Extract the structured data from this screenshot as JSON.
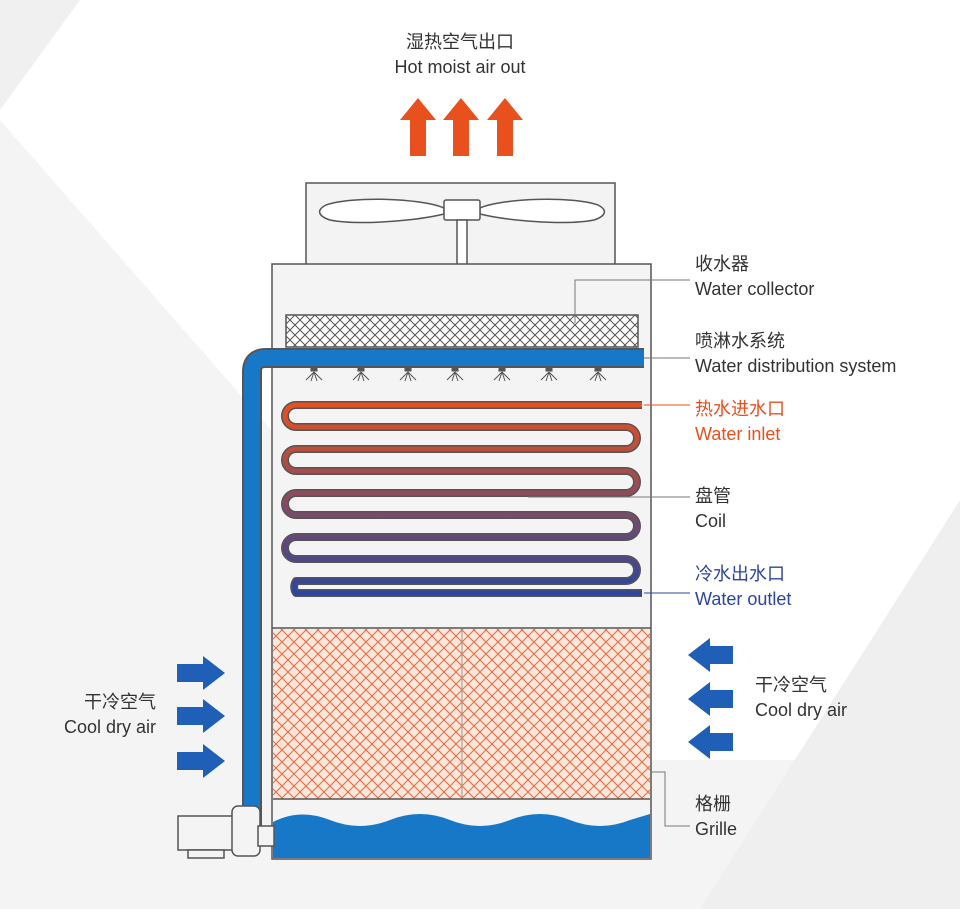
{
  "labels": {
    "hot_air_out": {
      "zh": "湿热空气出口",
      "en": "Hot moist air out"
    },
    "water_collector": {
      "zh": "收水器",
      "en": "Water collector"
    },
    "water_distribution": {
      "zh": "喷淋水系统",
      "en": "Water distribution system"
    },
    "water_inlet": {
      "zh": "热水进水口",
      "en": "Water inlet"
    },
    "coil": {
      "zh": "盘管",
      "en": "Coil"
    },
    "water_outlet": {
      "zh": "冷水出水口",
      "en": "Water outlet"
    },
    "cool_dry_air_left": {
      "zh": "干冷空气",
      "en": "Cool dry air"
    },
    "cool_dry_air_right": {
      "zh": "干冷空气",
      "en": "Cool dry air"
    },
    "grille": {
      "zh": "格栅",
      "en": "Grille"
    }
  },
  "colors": {
    "hot": "#e8501e",
    "cold_label": "#2c45a0",
    "water": "#1878c8",
    "air_arrow": "#1f5fb8",
    "fill_orange": "#e8501e",
    "casing": "#555555",
    "text": "#333333"
  },
  "icons": [
    "hot-air-arrow-icon",
    "fan-icon",
    "nozzle-icon",
    "air-in-arrow-icon",
    "pump-icon"
  ]
}
